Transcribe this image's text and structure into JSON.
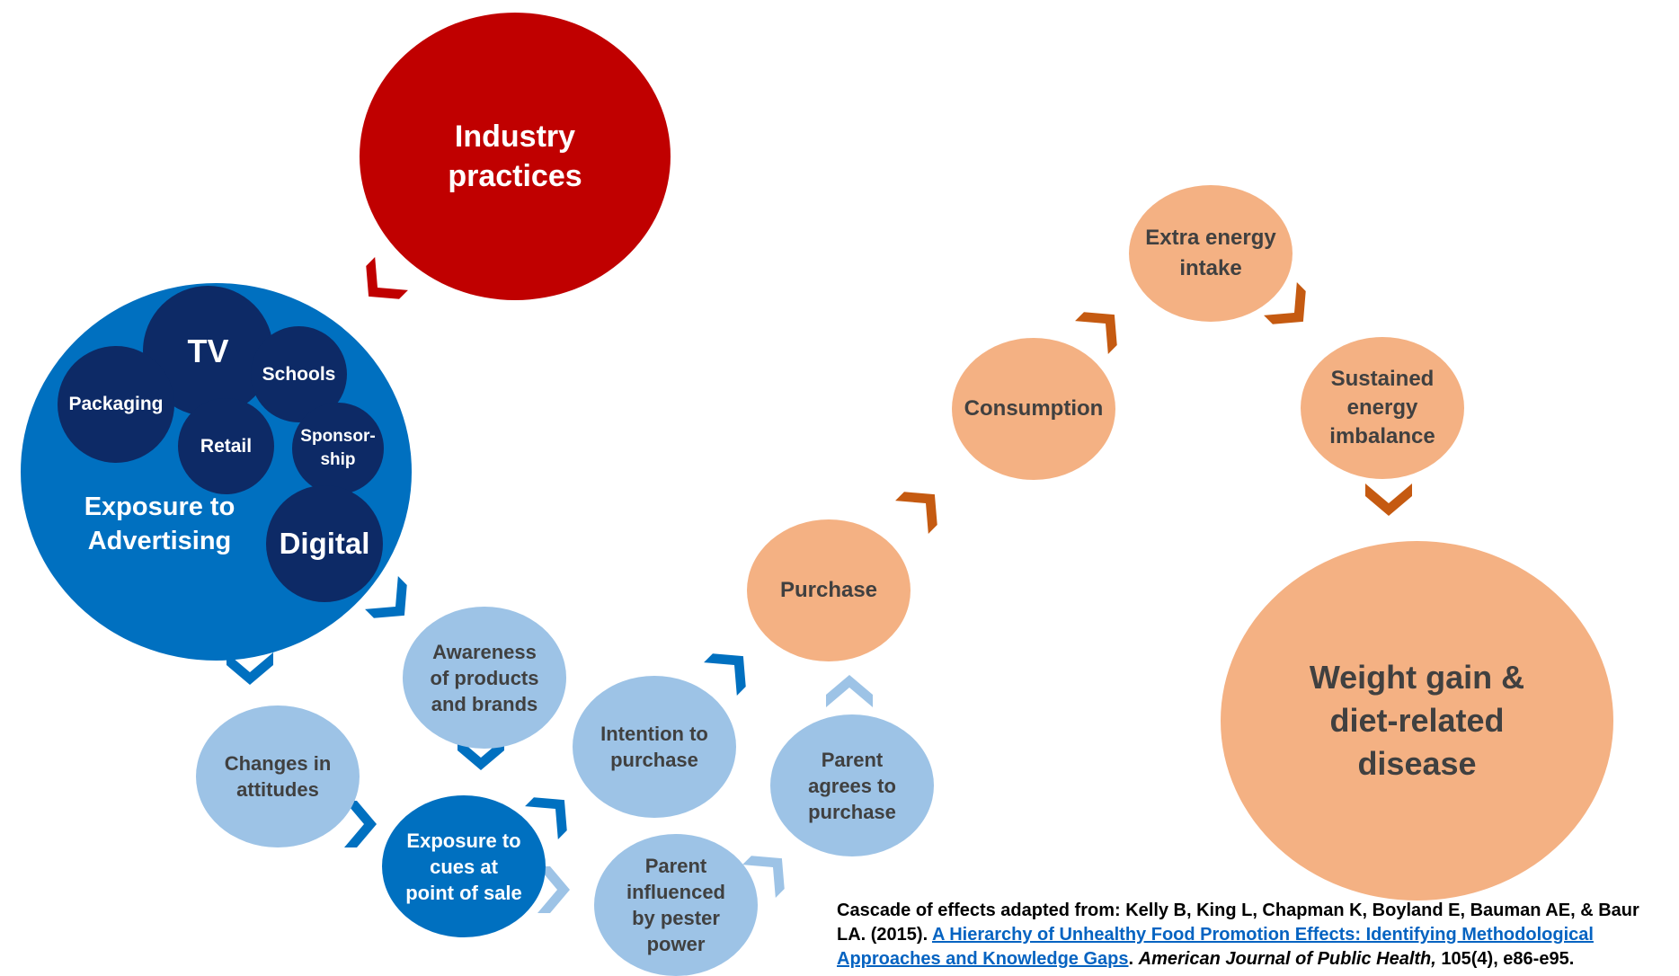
{
  "nodes": {
    "industry": "Industry\npractices",
    "exposure_advertising": "Exposure to\nAdvertising",
    "tv": "TV",
    "packaging": "Packaging",
    "schools": "Schools",
    "retail": "Retail",
    "sponsorship": "Sponsor-\nship",
    "digital": "Digital",
    "changes_attitudes": "Changes in\nattitudes",
    "awareness": "Awareness\nof products\nand brands",
    "exposure_cues": "Exposure to\ncues at\npoint of sale",
    "intention": "Intention to\npurchase",
    "pester": "Parent\ninfluenced\nby pester\npower",
    "parent_agrees": "Parent\nagrees to\npurchase",
    "purchase": "Purchase",
    "consumption": "Consumption",
    "extra_energy": "Extra energy\nintake",
    "sustained": "Sustained\nenergy\nimbalance",
    "weight_gain": "Weight gain &\ndiet-related\ndisease"
  },
  "citation": {
    "prefix": "Cascade of effects adapted from: Kelly B, King L, Chapman K, Boyland E, Bauman AE, & Baur LA. (2015). ",
    "link_text": "A Hierarchy of Unhealthy Food Promotion Effects: Identifying Methodological Approaches and Knowledge Gaps",
    "mid": ". ",
    "journal": "American Journal of Public Health,",
    "suffix": " 105(4), e86-e95."
  },
  "colors": {
    "red": "#c00000",
    "blue": "#0070c0",
    "navy": "#0d2a66",
    "light_blue": "#9dc3e6",
    "peach": "#f4b183",
    "orange_arrow": "#c55a11",
    "text_dark": "#404040",
    "link": "#0563c1"
  }
}
